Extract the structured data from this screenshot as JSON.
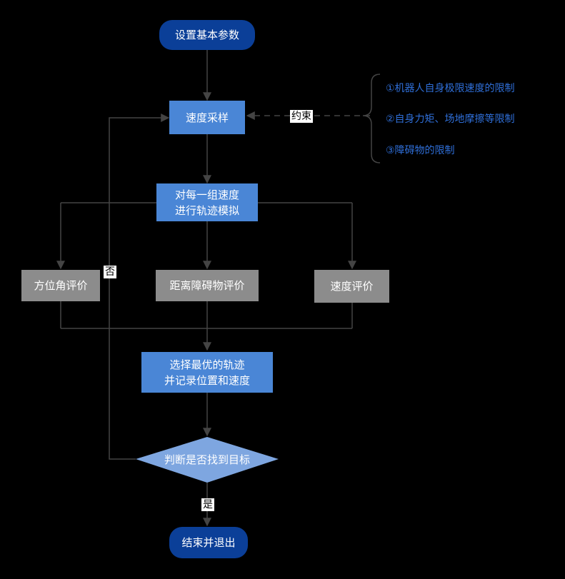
{
  "nodes": {
    "start": "设置基本参数",
    "sampling": "速度采样",
    "simulate_line1": "对每一组速度",
    "simulate_line2": "进行轨迹模拟",
    "eval_heading": "方位角评价",
    "eval_obstacle": "距离障碍物评价",
    "eval_speed": "速度评价",
    "select_line1": "选择最优的轨迹",
    "select_line2": "并记录位置和速度",
    "decision": "判断是否找到目标",
    "end": "结束并退出"
  },
  "edge_labels": {
    "constraint": "约束",
    "no": "否",
    "yes": "是"
  },
  "constraints": [
    "①机器人自身极限速度的限制",
    "②自身力矩、场地摩擦等限制",
    "③障碍物的限制"
  ],
  "colors": {
    "background": "#000000",
    "terminal": "#0b3f98",
    "process": "#4a86d6",
    "evaluation": "#8c8c8c",
    "decision": "#7ea6e0",
    "note_text": "#2f6fd9",
    "connector": "#444444"
  }
}
